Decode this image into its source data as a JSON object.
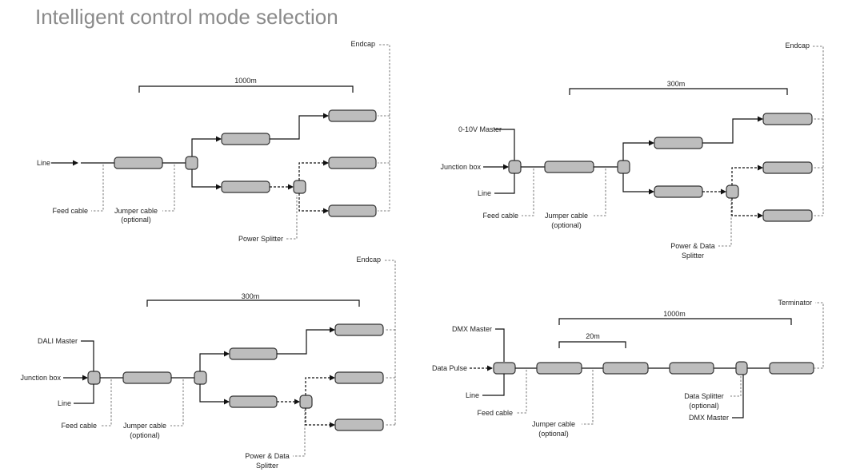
{
  "title": "Intelligent control mode selection",
  "d1": {
    "dim": "1000m",
    "endcap": "Endcap",
    "line": "Line",
    "feed": "Feed cable",
    "jumper1": "Jumper cable",
    "jumper2": "(optional)",
    "splitter": "Power Splitter"
  },
  "d2": {
    "dim": "300m",
    "endcap": "Endcap",
    "master": "0-10V Master",
    "jbox": "Junction box",
    "line": "Line",
    "feed": "Feed cable",
    "jumper1": "Jumper cable",
    "jumper2": "(optional)",
    "splitter1": "Power & Data",
    "splitter2": "Splitter"
  },
  "d3": {
    "dim": "300m",
    "endcap": "Endcap",
    "master": "DALI Master",
    "jbox": "Junction box",
    "line": "Line",
    "feed": "Feed cable",
    "jumper1": "Jumper cable",
    "jumper2": "(optional)",
    "splitter1": "Power & Data",
    "splitter2": "Splitter"
  },
  "d4": {
    "dim": "1000m",
    "dim2": "20m",
    "terminator": "Terminator",
    "master": "DMX Master",
    "pulse": "Data Pulse",
    "line": "Line",
    "feed": "Feed cable",
    "jumper1": "Jumper cable",
    "jumper2": "(optional)",
    "dsplit1": "Data Splitter",
    "dsplit2": "(optional)",
    "dmxmaster": "DMX Master"
  }
}
